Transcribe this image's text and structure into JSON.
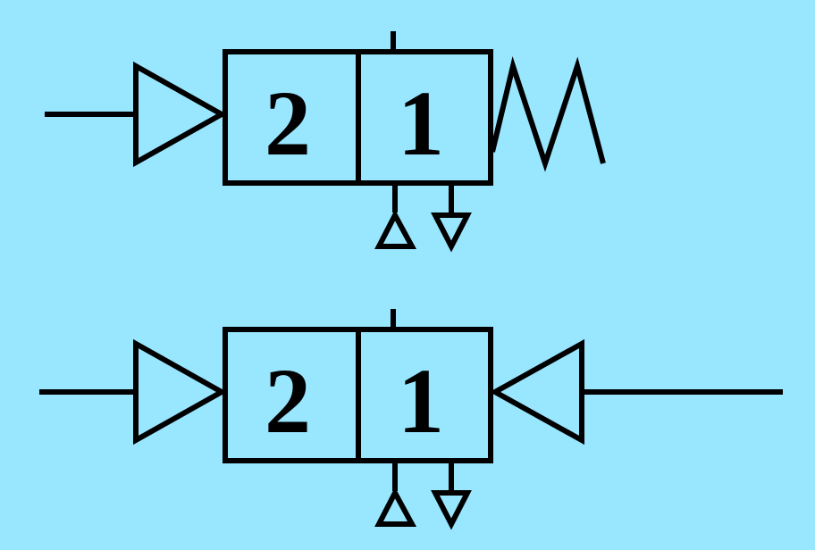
{
  "diagram": {
    "valves": [
      {
        "left_position_label": "2",
        "right_position_label": "1",
        "left_actuator": "pilot-triangle",
        "right_actuator": "spring"
      },
      {
        "left_position_label": "2",
        "right_position_label": "1",
        "left_actuator": "pilot-triangle",
        "right_actuator": "pilot-triangle"
      }
    ],
    "ports": [
      "pressure-up-triangle",
      "exhaust-down-triangle"
    ]
  },
  "colors": {
    "background": "#99e6ff",
    "ink": "#000000"
  }
}
